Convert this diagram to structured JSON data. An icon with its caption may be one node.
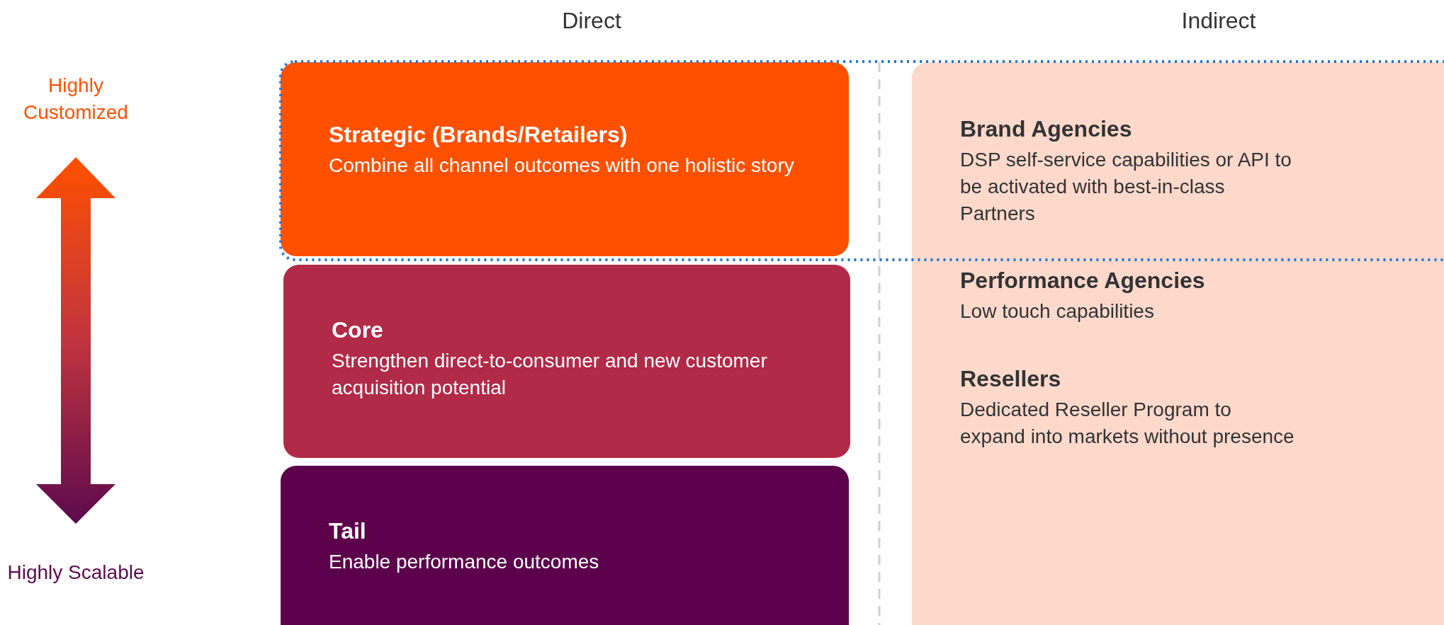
{
  "diagram": {
    "nodes": [
      {
        "text": [
          "Strategic (Brands/Retailers)",
          "Combine all channel outcomes with one holistic story"
        ]
      },
      {
        "text": [
          "Core",
          "Strengthen direct-to-consumer  and new customer acquisition potential"
        ]
      },
      {
        "text": [
          "Tail",
          "Enable performance outcomes"
        ]
      },
      {
        "text": [
          "Brand Agencies",
          "DSP self-service capabilities or API to be activated with best-in-class Partners",
          "Performance Agencies",
          "Low touch capabilities",
          "Resellers",
          "Dedicated Reseller Program to expand into markets without presence"
        ]
      }
    ],
    "edges": [],
    "labels": [
      "Direct",
      "Indirect",
      "Highly Customized",
      "Highly Scalable"
    ]
  }
}
